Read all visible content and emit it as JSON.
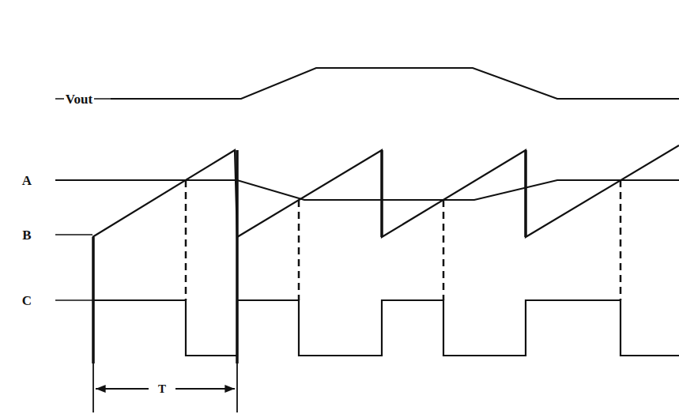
{
  "diagram": {
    "labels": [
      "Vout",
      "A",
      "B",
      "C",
      "T"
    ]
  }
}
